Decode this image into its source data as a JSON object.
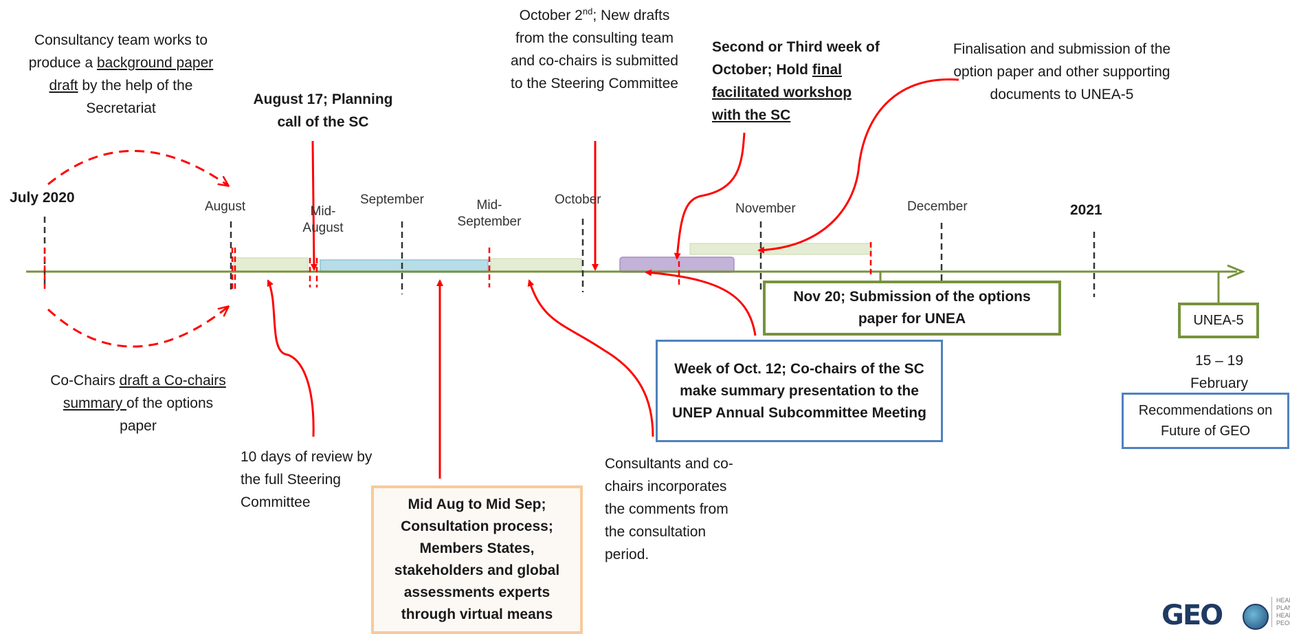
{
  "timeline": {
    "markers": [
      {
        "label": "July 2020",
        "bold": true
      },
      {
        "label": "August"
      },
      {
        "label": "Mid-August",
        "lines": [
          "Mid-",
          "August"
        ]
      },
      {
        "label": "September"
      },
      {
        "label": "Mid-September",
        "lines": [
          "Mid-",
          "September"
        ]
      },
      {
        "label": "October"
      },
      {
        "label": "November"
      },
      {
        "label": "December"
      },
      {
        "label": "2021",
        "bold": true
      }
    ]
  },
  "annotations": {
    "background_draft": {
      "pre": "Consultancy team works to produce a ",
      "underlined": "background paper draft",
      "post": " by the help of the Secretariat"
    },
    "cochairs_summary": {
      "pre": "Co-Chairs ",
      "underlined1": "draft a Co-chairs summary ",
      "post": "of the options paper"
    },
    "planning_call": "August 17; Planning call of the SC",
    "review_period": "10 days of review by the full Steering Committee",
    "october_drafts": {
      "pre": "October 2",
      "sup": "nd",
      "post": "; New drafts from the consulting team and co-chairs is submitted to the Steering Committee"
    },
    "final_workshop": {
      "pre": "Second or Third week of October; Hold ",
      "underlined": "final facilitated workshop with the SC"
    },
    "finalisation": "Finalisation and submission of the option paper and other supporting documents to UNEA-5",
    "consultants_incorporate": "Consultants and co-chairs incorporates the comments from the consultation period.",
    "unea_dates": "15 – 19 February"
  },
  "boxes": {
    "nov20": "Nov 20; Submission of  the options paper for UNEA",
    "oct12": "Week of Oct. 12; Co-chairs of the SC make summary presentation to the UNEP Annual Subcommittee Meeting",
    "consultation": "Mid Aug to Mid Sep; Consultation process; Members States, stakeholders and global assessments experts through virtual means",
    "unea5": "UNEA-5",
    "recommendations": "Recommendations on Future of GEO"
  },
  "logo": {
    "text": "GEO",
    "tagline": [
      "HEALTHY",
      "PLANET",
      "HEALTHY",
      "PEOPLE"
    ]
  },
  "colors": {
    "axis": "#77933c",
    "arrow": "#ff0000",
    "bar_light_green": "#e4edd3",
    "bar_blue": "#b7dde8",
    "bar_purple": "#c3b3d8"
  }
}
